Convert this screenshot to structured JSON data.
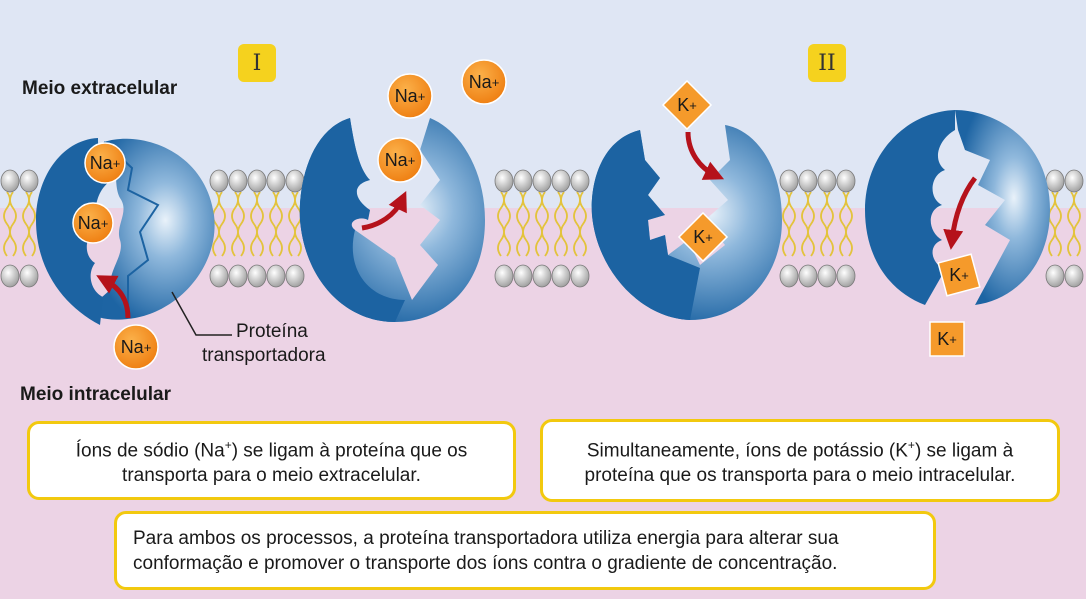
{
  "labels": {
    "extracellular": "Meio extracelular",
    "intracellular": "Meio intracelular",
    "protein_line1": "Proteína",
    "protein_line2": "transportadora"
  },
  "stages": [
    "I",
    "II"
  ],
  "ions": {
    "sodium": "Na",
    "potassium": "K",
    "charge": "+"
  },
  "captions": {
    "box1": {
      "before": "Íons de sódio (Na",
      "sup": "+",
      "after": ") se ligam à proteína que os transporta para o meio extracelular."
    },
    "box2": {
      "before": "Simultaneamente, íons de potássio (K",
      "sup": "+",
      "after": ") se ligam à proteína que os transporta para o meio intracelular."
    },
    "box3": "Para ambos os processos, a proteína transportadora utiliza energia para alterar sua conformação e promover o transporte dos íons contra o gradiente de concentração."
  },
  "colors": {
    "extracellular_bg": "#dfe6f4",
    "intracellular_bg": "#ecd3e5",
    "protein_blue": "#1f6aa8",
    "sodium_orange": "#f29422",
    "potassium_orange": "#f59a2b",
    "arrow_red": "#b5121b",
    "label_yellow": "#f5d21e"
  }
}
